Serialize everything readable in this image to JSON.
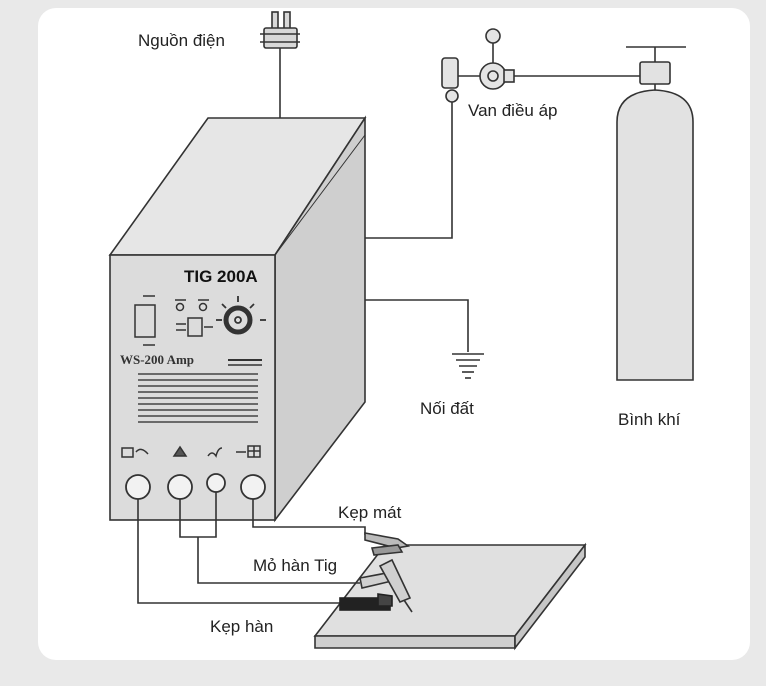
{
  "labels": {
    "power_source": "Nguồn điện",
    "regulator_valve": "Van điều áp",
    "machine_model": "TIG 200A",
    "panel_text": "WS-200 Amp",
    "ground": "Nối đất",
    "gas_cylinder": "Bình khí",
    "ground_clamp": "Kẹp mát",
    "tig_torch": "Mỏ hàn Tig",
    "welding_clamp": "Kẹp hàn"
  },
  "colors": {
    "line": "#333333",
    "machine_front": "#dcdcdc",
    "machine_side": "#cfcfcf",
    "machine_top": "#e6e6e6",
    "cylinder": "#e2e2e2",
    "workpiece": "#e0e0e0"
  }
}
